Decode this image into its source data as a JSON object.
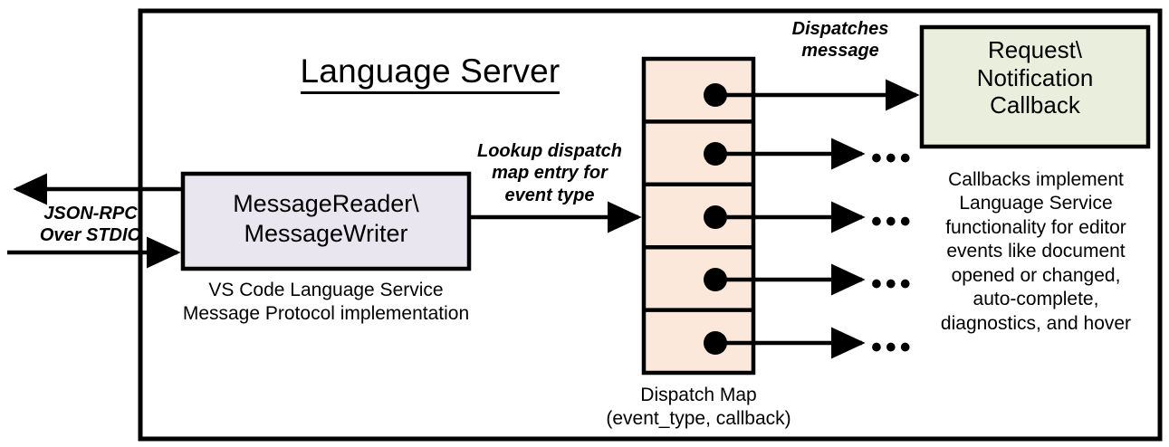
{
  "diagram": {
    "title": "Language Server",
    "outer_border_color": "#000000"
  },
  "io": {
    "label_line1": "JSON-RPC",
    "label_line2": "Over STDIO",
    "outbound_arrow": "arrow-left-out",
    "inbound_arrow": "arrow-right-in"
  },
  "message_box": {
    "line1": "MessageReader\\",
    "line2": "MessageWriter",
    "fill": "#e9e6ef",
    "caption_line1": "VS Code Language Service",
    "caption_line2": "Message Protocol implementation"
  },
  "lookup_label": {
    "line1": "Lookup dispatch",
    "line2": "map entry for",
    "line3": "event type"
  },
  "dispatch_map": {
    "fill": "#fce8da",
    "caption_line1": "Dispatch Map",
    "caption_line2": "(event_type, callback)",
    "rows": [
      {
        "id": "row-1",
        "dot": "entry-dot",
        "target": "callback-box"
      },
      {
        "id": "row-2",
        "dot": "entry-dot",
        "target": "ellipsis"
      },
      {
        "id": "row-3",
        "dot": "entry-dot",
        "target": "ellipsis"
      },
      {
        "id": "row-4",
        "dot": "entry-dot",
        "target": "ellipsis"
      },
      {
        "id": "row-5",
        "dot": "entry-dot",
        "target": "ellipsis"
      }
    ],
    "ellipsis_glyph": "•••"
  },
  "dispatch_label": {
    "line1": "Dispatches",
    "line2": "message"
  },
  "callback_box": {
    "line1": "Request\\",
    "line2": "Notification",
    "line3": "Callback",
    "fill": "#e9efdc"
  },
  "callback_note": {
    "line1": "Callbacks implement",
    "line2": "Language Service",
    "line3": "functionality for editor",
    "line4": "events like document",
    "line5": "opened or changed,",
    "line6": "auto-complete,",
    "line7": "diagnostics, and hover"
  }
}
